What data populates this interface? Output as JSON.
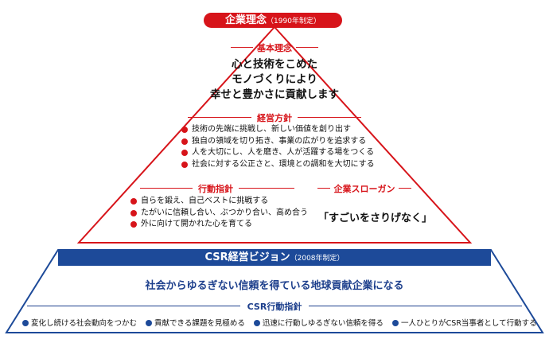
{
  "title": {
    "main": "企業理念",
    "sub": "（1990年制定）"
  },
  "basic_philosophy": {
    "heading": "基本理念",
    "lines": [
      "心と技術をこめた",
      "モノづくりにより",
      "幸せと豊かさに貢献します"
    ]
  },
  "management_policy": {
    "heading": "経営方針",
    "items": [
      "技術の先端に挑戦し、新しい価値を創り出す",
      "独自の領域を切り拓き、事業の広がりを追求する",
      "人を大切にし、人を磨き、人が活躍する場をつくる",
      "社会に対する公正さと、環境との調和を大切にする"
    ]
  },
  "action_guidelines": {
    "heading": "行動指針",
    "items": [
      "自らを鍛え、自己ベストに挑戦する",
      "たがいに信頼し合い、ぶつかり合い、高め合う",
      "外に向けて開かれた心を育てる"
    ]
  },
  "corporate_slogan": {
    "heading": "企業スローガン",
    "text": "「すごいをさりげなく」"
  },
  "csr_vision": {
    "title": "CSR経営ビジョン",
    "sub": "（2008年制定）",
    "statement": "社会からゆるぎない信頼を得ている地球貢献企業になる"
  },
  "csr_action": {
    "heading": "CSR行動指針",
    "items": [
      "変化し続ける社会動向をつかむ",
      "貢献できる課題を見極める",
      "迅速に行動しゆるぎない信頼を得る",
      "一人ひとりがCSR当事者として行動する"
    ]
  },
  "colors": {
    "accent_red": "#d7141a",
    "accent_blue": "#1d4a99"
  }
}
